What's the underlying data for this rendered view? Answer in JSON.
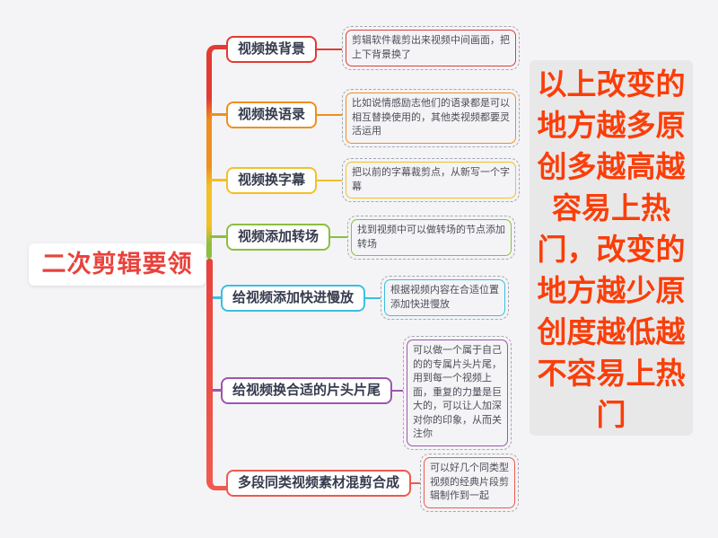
{
  "app": {
    "background": "#f4f4f6"
  },
  "root": {
    "label": "二次剪辑要领",
    "color": "#e8423c"
  },
  "branches": [
    {
      "label": "视频换背景",
      "color": "#e23b33",
      "note": "剪辑软件裁剪出来视频中间画面，把\n上下背景换了"
    },
    {
      "label": "视频换语录",
      "color": "#ef8f1f",
      "note": "比如说情感励志他们的语录都是可以\n相互替换使用的，其他类视频都要灵\n活运用"
    },
    {
      "label": "视频换字幕",
      "color": "#f2c028",
      "note": "把以前的字幕裁剪点，从新写一个字\n幕"
    },
    {
      "label": "视频添加转场",
      "color": "#8abf3f",
      "note": "找到视频中可以做转场的节点添加\n转场"
    },
    {
      "label": "给视频添加快进慢放",
      "color": "#3bbfe0",
      "note": "根据视频内容在合适位置\n添加快进慢放"
    },
    {
      "label": "给视频换合适的片头片尾",
      "color": "#9d56ae",
      "note": "可以做一个属于自己\n的的专属片头片尾，\n用到每一个视频上\n面，重复的力量是巨\n大的，可以让人加深\n对你的印象，从而关\n注你"
    },
    {
      "label": "多段同类视频素材混剪合成",
      "color": "#ee5a4e",
      "note": "可以好几个同类型\n视频的经典片段剪\n辑制作到一起"
    }
  ],
  "side_note": {
    "text": "以上改变的\n地方越多原\n创多越高越\n容易上热\n门，改变的\n地方越少原\n创度越低越\n不容易上热\n门",
    "color": "#fa3e09",
    "background": "#e9e8e9"
  }
}
